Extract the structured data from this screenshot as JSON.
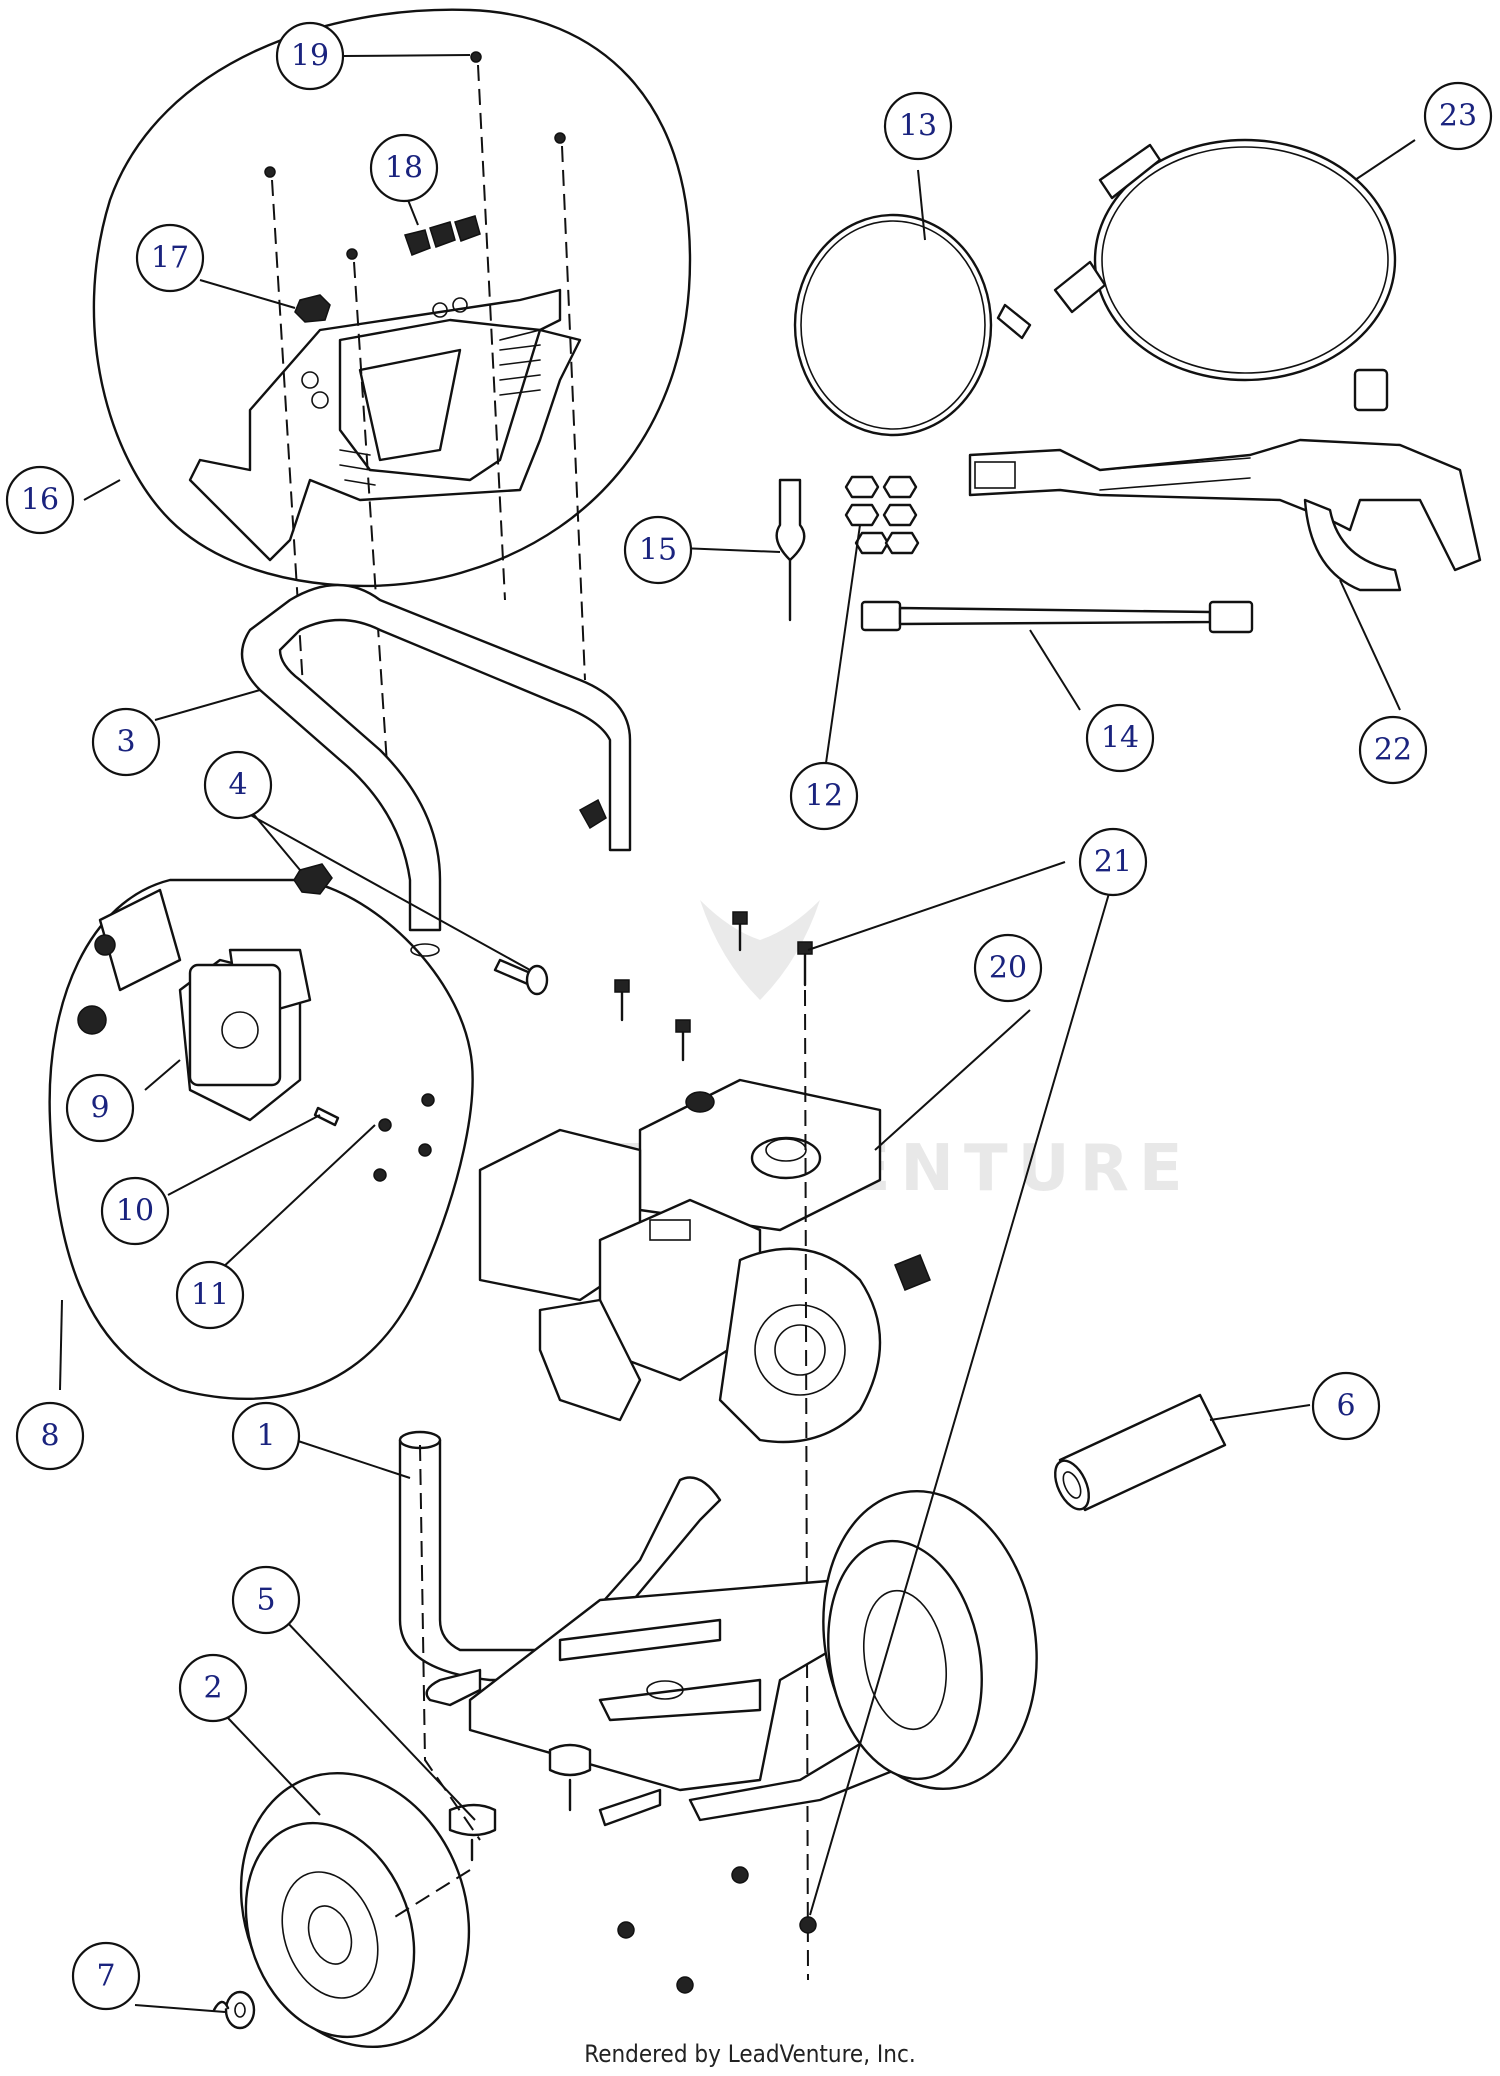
{
  "watermark": {
    "text": "LEADVENTURE"
  },
  "credit": "Rendered by LeadVenture, Inc.",
  "callouts": [
    {
      "id": "1",
      "label": "1"
    },
    {
      "id": "2",
      "label": "2"
    },
    {
      "id": "3",
      "label": "3"
    },
    {
      "id": "4",
      "label": "4"
    },
    {
      "id": "5",
      "label": "5"
    },
    {
      "id": "6",
      "label": "6"
    },
    {
      "id": "7",
      "label": "7"
    },
    {
      "id": "8",
      "label": "8"
    },
    {
      "id": "9",
      "label": "9"
    },
    {
      "id": "10",
      "label": "10"
    },
    {
      "id": "11",
      "label": "11"
    },
    {
      "id": "12",
      "label": "12"
    },
    {
      "id": "13",
      "label": "13"
    },
    {
      "id": "14",
      "label": "14"
    },
    {
      "id": "15",
      "label": "15"
    },
    {
      "id": "16",
      "label": "16"
    },
    {
      "id": "17",
      "label": "17"
    },
    {
      "id": "18",
      "label": "18"
    },
    {
      "id": "19",
      "label": "19"
    },
    {
      "id": "20",
      "label": "20"
    },
    {
      "id": "21",
      "label": "21"
    },
    {
      "id": "22",
      "label": "22"
    },
    {
      "id": "23",
      "label": "23"
    }
  ]
}
